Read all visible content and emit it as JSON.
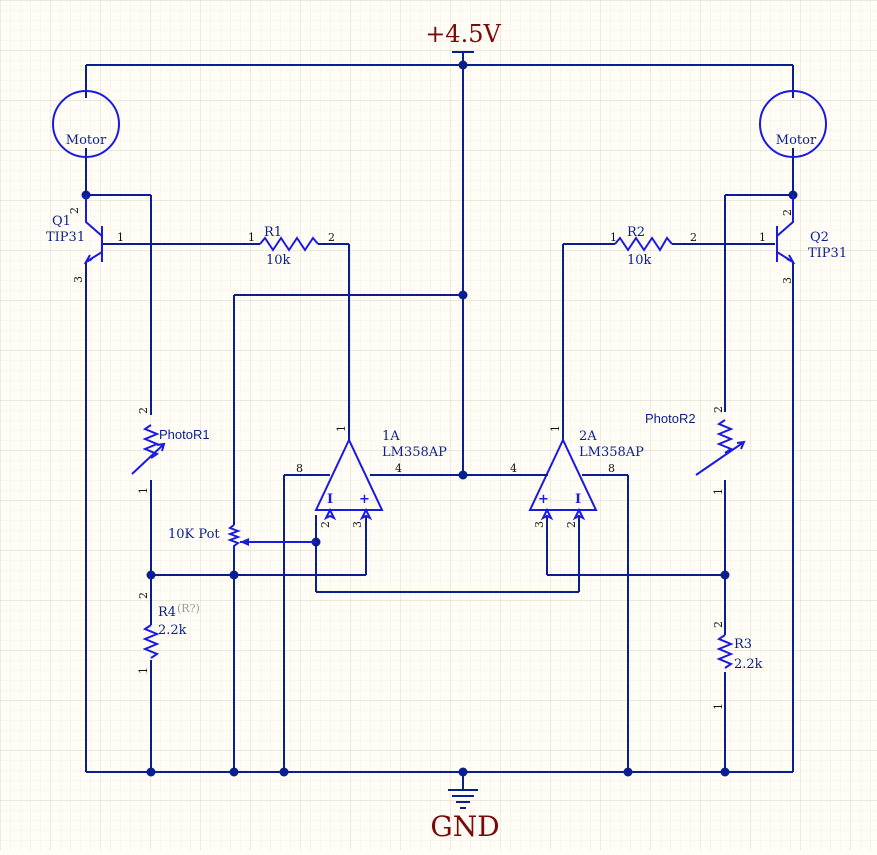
{
  "rails": {
    "supply": "+4.5V",
    "ground": "GND"
  },
  "motors": {
    "left": "Motor",
    "right": "Motor"
  },
  "transistors": {
    "q1": {
      "ref": "Q1",
      "part": "TIP31",
      "pin_base": "1",
      "pin_collector": "2",
      "pin_emitter": "3"
    },
    "q2": {
      "ref": "Q2",
      "part": "TIP31",
      "pin_base": "1",
      "pin_collector": "2",
      "pin_emitter": "3"
    }
  },
  "resistors": {
    "r1": {
      "ref": "R1",
      "value": "10k",
      "pin1": "1",
      "pin2": "2"
    },
    "r2": {
      "ref": "R2",
      "value": "10k",
      "pin1": "1",
      "pin2": "2"
    },
    "r3": {
      "ref": "R3",
      "value": "2.2k",
      "pin1": "1",
      "pin2": "2"
    },
    "r4": {
      "ref": "R4",
      "value": "2.2k",
      "tag": "(R?)",
      "pin1": "1",
      "pin2": "2"
    }
  },
  "photoresistors": {
    "p1": {
      "ref": "PhotoR1",
      "pin1": "1",
      "pin2": "2"
    },
    "p2": {
      "ref": "PhotoR2",
      "pin1": "1",
      "pin2": "2"
    }
  },
  "pot": {
    "label": "10K Pot"
  },
  "opamps": {
    "a": {
      "unit": "1A",
      "part": "LM358AP",
      "pin_out": "1",
      "pin_inv": "2",
      "pin_noninv": "3",
      "pin_gnd": "4",
      "pin_vcc": "8",
      "sign_inv": "I",
      "sign_noninv": "+"
    },
    "b": {
      "unit": "2A",
      "part": "LM358AP",
      "pin_out": "1",
      "pin_inv": "2",
      "pin_noninv": "3",
      "pin_gnd": "4",
      "pin_vcc": "8",
      "sign_inv": "I",
      "sign_noninv": "+"
    }
  },
  "colors": {
    "wire": "#0a1f8f",
    "component": "#1a1ae0",
    "rail_label": "#7a0a0a",
    "grid_minor": "#ece6d8",
    "grid_major": "#ddd4c2",
    "background": "#fffdf6"
  }
}
